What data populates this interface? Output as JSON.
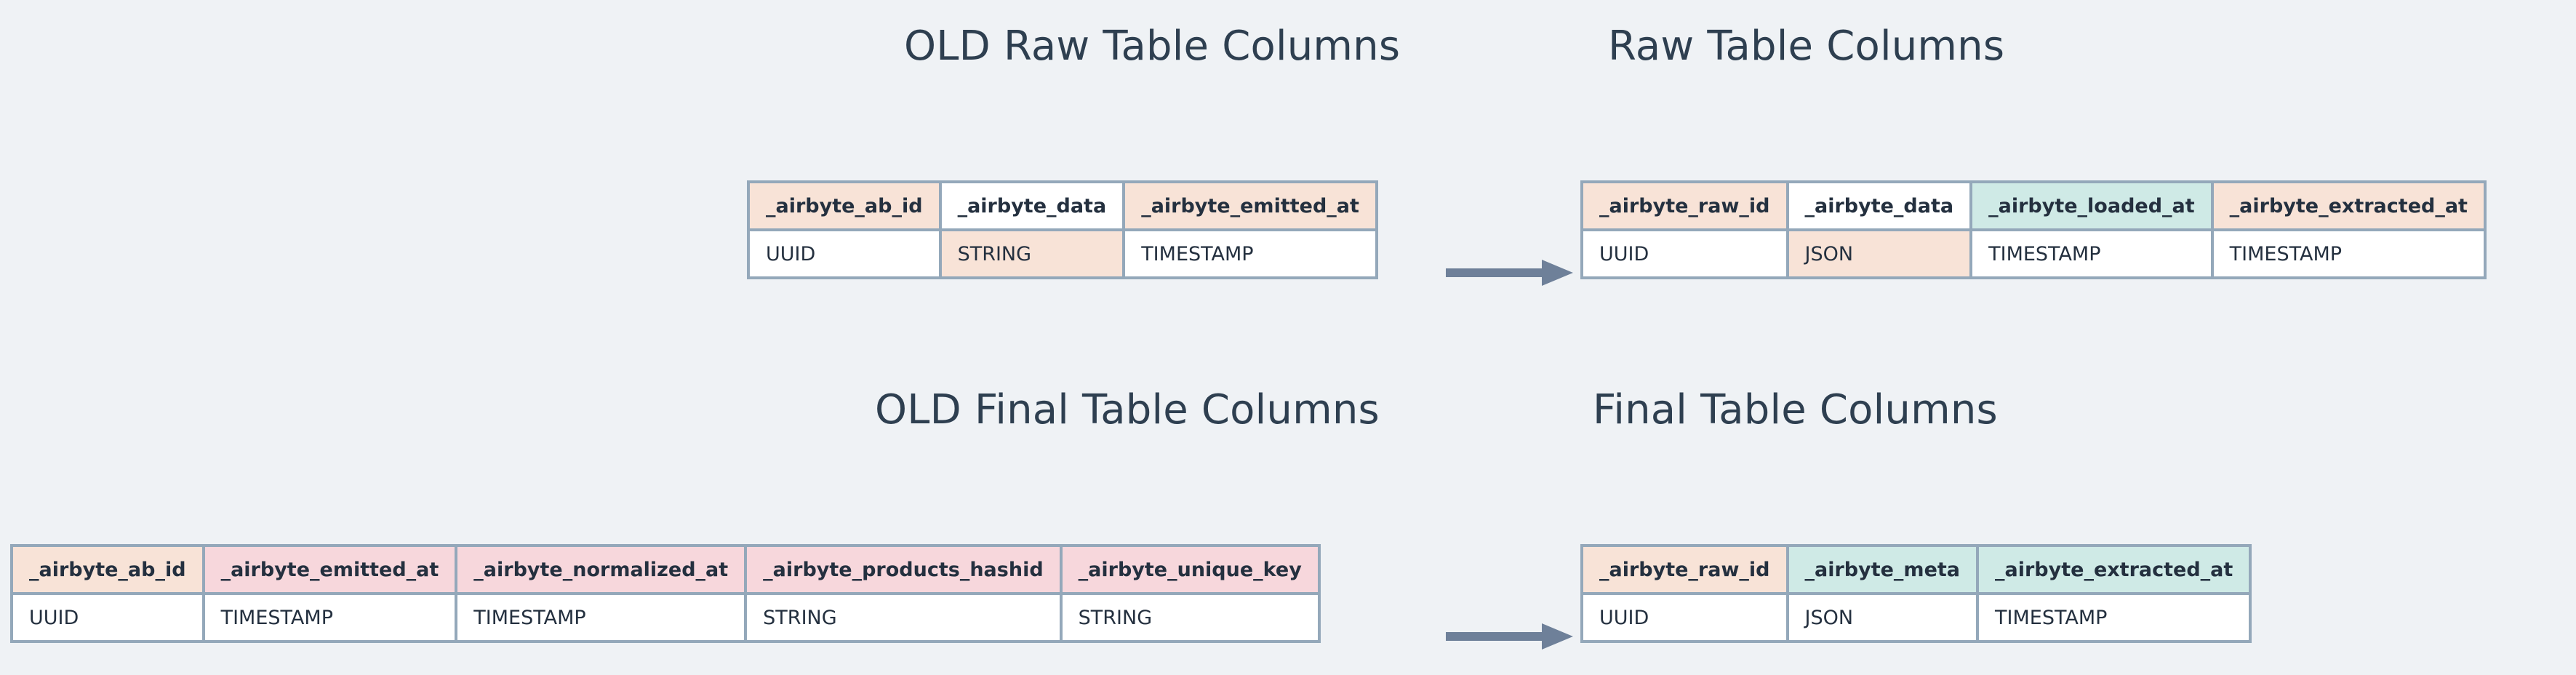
{
  "background_color": "#eff2f5",
  "border_color": "#94a8ba",
  "text_color": "#2e3f50",
  "palette": {
    "peach": "#f8e3d7",
    "teal": "#cfeae6",
    "pink": "#f7d7dc",
    "white": "#ffffff",
    "arrow": "#6e8099"
  },
  "titles": {
    "old_raw": "OLD Raw Table Columns",
    "new_raw": "Raw Table Columns",
    "old_final": "OLD Final Table Columns",
    "new_final": "Final Table Columns"
  },
  "arrows": {
    "raw": "arrow-right",
    "final": "arrow-right"
  },
  "tables": {
    "old_raw": {
      "title": "OLD Raw Table Columns",
      "columns": [
        "_airbyte_ab_id",
        "_airbyte_data",
        "_airbyte_emitted_at"
      ],
      "types": [
        "UUID",
        "STRING",
        "TIMESTAMP"
      ],
      "header_colors": [
        "peach",
        "white",
        "peach"
      ],
      "body_colors": [
        "white",
        "peach",
        "white"
      ]
    },
    "new_raw": {
      "title": "Raw Table Columns",
      "columns": [
        "_airbyte_raw_id",
        "_airbyte_data",
        "_airbyte_loaded_at",
        "_airbyte_extracted_at"
      ],
      "types": [
        "UUID",
        "JSON",
        "TIMESTAMP",
        "TIMESTAMP"
      ],
      "header_colors": [
        "peach",
        "white",
        "teal",
        "peach"
      ],
      "body_colors": [
        "white",
        "peach",
        "white",
        "white"
      ]
    },
    "old_final": {
      "title": "OLD Final Table Columns",
      "columns": [
        "_airbyte_ab_id",
        "_airbyte_emitted_at",
        "_airbyte_normalized_at",
        "_airbyte_products_hashid",
        "_airbyte_unique_key"
      ],
      "types": [
        "UUID",
        "TIMESTAMP",
        "TIMESTAMP",
        "STRING",
        "STRING"
      ],
      "header_colors": [
        "peach",
        "pink",
        "pink",
        "pink",
        "pink"
      ],
      "body_colors": [
        "white",
        "white",
        "white",
        "white",
        "white"
      ]
    },
    "new_final": {
      "title": "Final Table Columns",
      "columns": [
        "_airbyte_raw_id",
        "_airbyte_meta",
        "_airbyte_extracted_at"
      ],
      "types": [
        "UUID",
        "JSON",
        "TIMESTAMP"
      ],
      "header_colors": [
        "peach",
        "teal",
        "teal"
      ],
      "body_colors": [
        "white",
        "white",
        "white"
      ]
    }
  }
}
